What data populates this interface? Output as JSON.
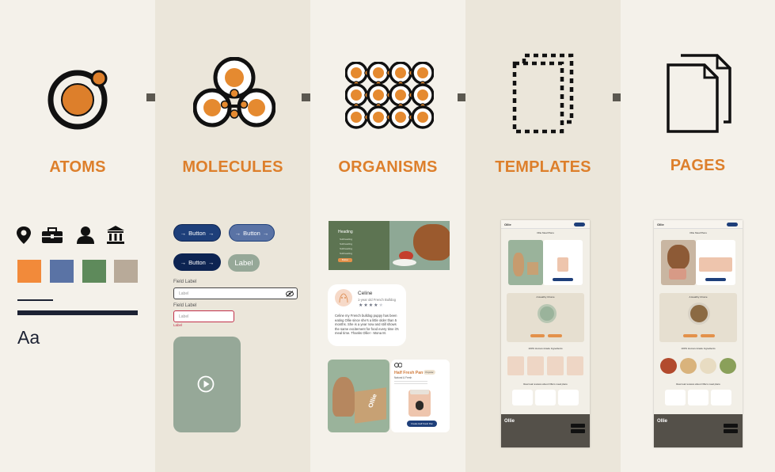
{
  "stages": [
    {
      "title": "ATOMS"
    },
    {
      "title": "MOLECULES"
    },
    {
      "title": "ORGANISMS"
    },
    {
      "title": "TEMPLATES"
    },
    {
      "title": "PAGES"
    }
  ],
  "colors": {
    "accent": "#dd7f2b",
    "orange_swatch": "#f28a3a",
    "blue_swatch": "#5a73a5",
    "green_swatch": "#5e8a5b",
    "taupe_swatch": "#b8aa99",
    "navy": "#1e3f7a",
    "dark": "#1c2233"
  },
  "atoms": {
    "typography_sample": "Aa",
    "icons": [
      "location-pin-icon",
      "briefcase-icon",
      "person-icon",
      "bank-icon"
    ]
  },
  "molecules": {
    "button_label": "Button",
    "tag_label": "Label",
    "field1_label": "Field Label",
    "field1_placeholder": "Label",
    "field2_label": "Field Label",
    "field2_placeholder": "Label",
    "field2_error": "Label"
  },
  "organisms": {
    "hero_heading": "Heading",
    "hero_items": [
      "Subheading",
      "Subheading",
      "Subheading",
      "Subheading"
    ],
    "hero_button": "Button",
    "review_name": "Celine",
    "review_subtitle": "1-year old French Bulldog",
    "review_text": "Celine my French bulldog puppy has been eating Ollie since she's a little older than 5 months. She is a year now and still shows the same excitement for food every time it's meal time. Thanks Ollie! - Mona M.",
    "product_name": "Half Fresh Pan",
    "product_badge": "Popular",
    "product_subtitle": "Natural & Fresh",
    "product_button": "Create Half Fresh Pan",
    "box_brand": "Ollie"
  },
  "templates": {
    "brand": "Ollie",
    "meal_title": "Ollie Meal Plans",
    "healthy_title": "A Healthy Choice",
    "ingredients_title": "100% Human-Grade Ingredients",
    "reviews_title": "Real real reviews about Ollie's meal plans"
  },
  "pages": {
    "brand": "Ollie",
    "meal_title": "Ollie Meal Plans",
    "healthy_title": "A Healthy Choice",
    "ingredients_title": "100% Human-Grade Ingredients",
    "reviews_title": "Real real reviews about Ollie's meal plans"
  }
}
